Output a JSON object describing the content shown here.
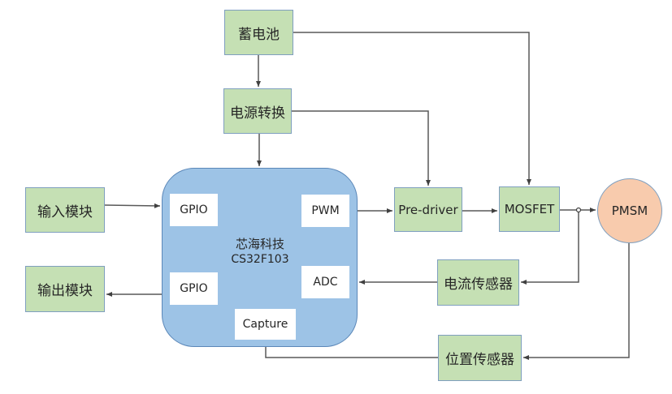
{
  "diagram": {
    "title": "",
    "blocks": {
      "battery": "蓄电池",
      "power_conversion": "电源转换",
      "input_module": "输入模块",
      "output_module": "输出模块",
      "pre_driver": "Pre-driver",
      "mosfet": "MOSFET",
      "current_sensor": "电流传感器",
      "position_sensor": "位置传感器"
    },
    "motor": {
      "label": "PMSM"
    },
    "mcu": {
      "vendor": "芯海科技",
      "model": "CS32F103",
      "ports": {
        "gpio_in": "GPIO",
        "gpio_out": "GPIO",
        "pwm": "PWM",
        "adc": "ADC",
        "capture": "Capture"
      }
    },
    "colors": {
      "block_fill": "#c5e0b4",
      "block_border": "#7f9fbf",
      "mcu_fill": "#9dc3e6",
      "motor_fill": "#f8cbad",
      "wire": "#595959"
    },
    "connections": [
      {
        "from": "蓄电池",
        "to": "电源转换"
      },
      {
        "from": "蓄电池",
        "to": "MOSFET"
      },
      {
        "from": "电源转换",
        "to": "CS32F103"
      },
      {
        "from": "电源转换",
        "to": "Pre-driver"
      },
      {
        "from": "输入模块",
        "to": "GPIO"
      },
      {
        "from": "GPIO",
        "to": "输出模块"
      },
      {
        "from": "PWM",
        "to": "Pre-driver"
      },
      {
        "from": "Pre-driver",
        "to": "MOSFET"
      },
      {
        "from": "MOSFET",
        "to": "PMSM"
      },
      {
        "from": "MOSFET/PMSM junction",
        "to": "电流传感器"
      },
      {
        "from": "电流传感器",
        "to": "ADC"
      },
      {
        "from": "PMSM",
        "to": "位置传感器"
      },
      {
        "from": "位置传感器",
        "to": "Capture"
      }
    ]
  }
}
